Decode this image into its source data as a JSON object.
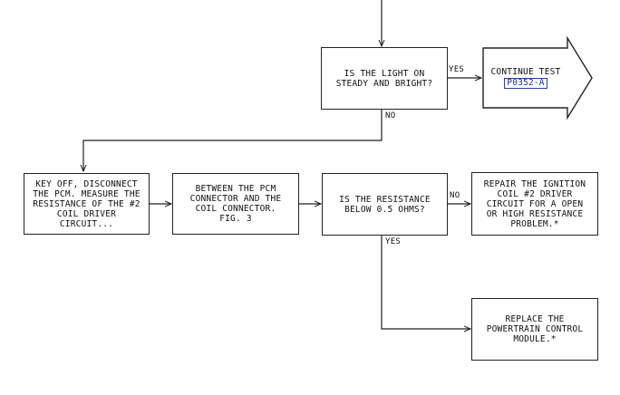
{
  "nodes": {
    "light_check": "IS THE LIGHT ON\nSTEADY AND BRIGHT?",
    "continue": "CONTINUE TEST",
    "continue_link": "P0352-A",
    "key_off": "KEY OFF, DISCONNECT\nTHE PCM. MEASURE THE\nRESISTANCE OF THE #2\nCOIL DRIVER\nCIRCUIT...",
    "between": "BETWEEN THE PCM\nCONNECTOR AND THE\nCOIL CONNECTOR.\nFIG. 3",
    "resistance_check": "IS THE RESISTANCE\nBELOW 0.5 OHMS?",
    "repair": "REPAIR THE IGNITION\nCOIL #2 DRIVER\nCIRCUIT FOR A OPEN\nOR HIGH RESISTANCE\nPROBLEM.*",
    "replace": "REPLACE THE\nPOWERTRAIN CONTROL\nMODULE.*"
  },
  "labels": {
    "yes_1": "YES",
    "no_1": "NO",
    "no_2": "NO",
    "yes_2": "YES"
  }
}
